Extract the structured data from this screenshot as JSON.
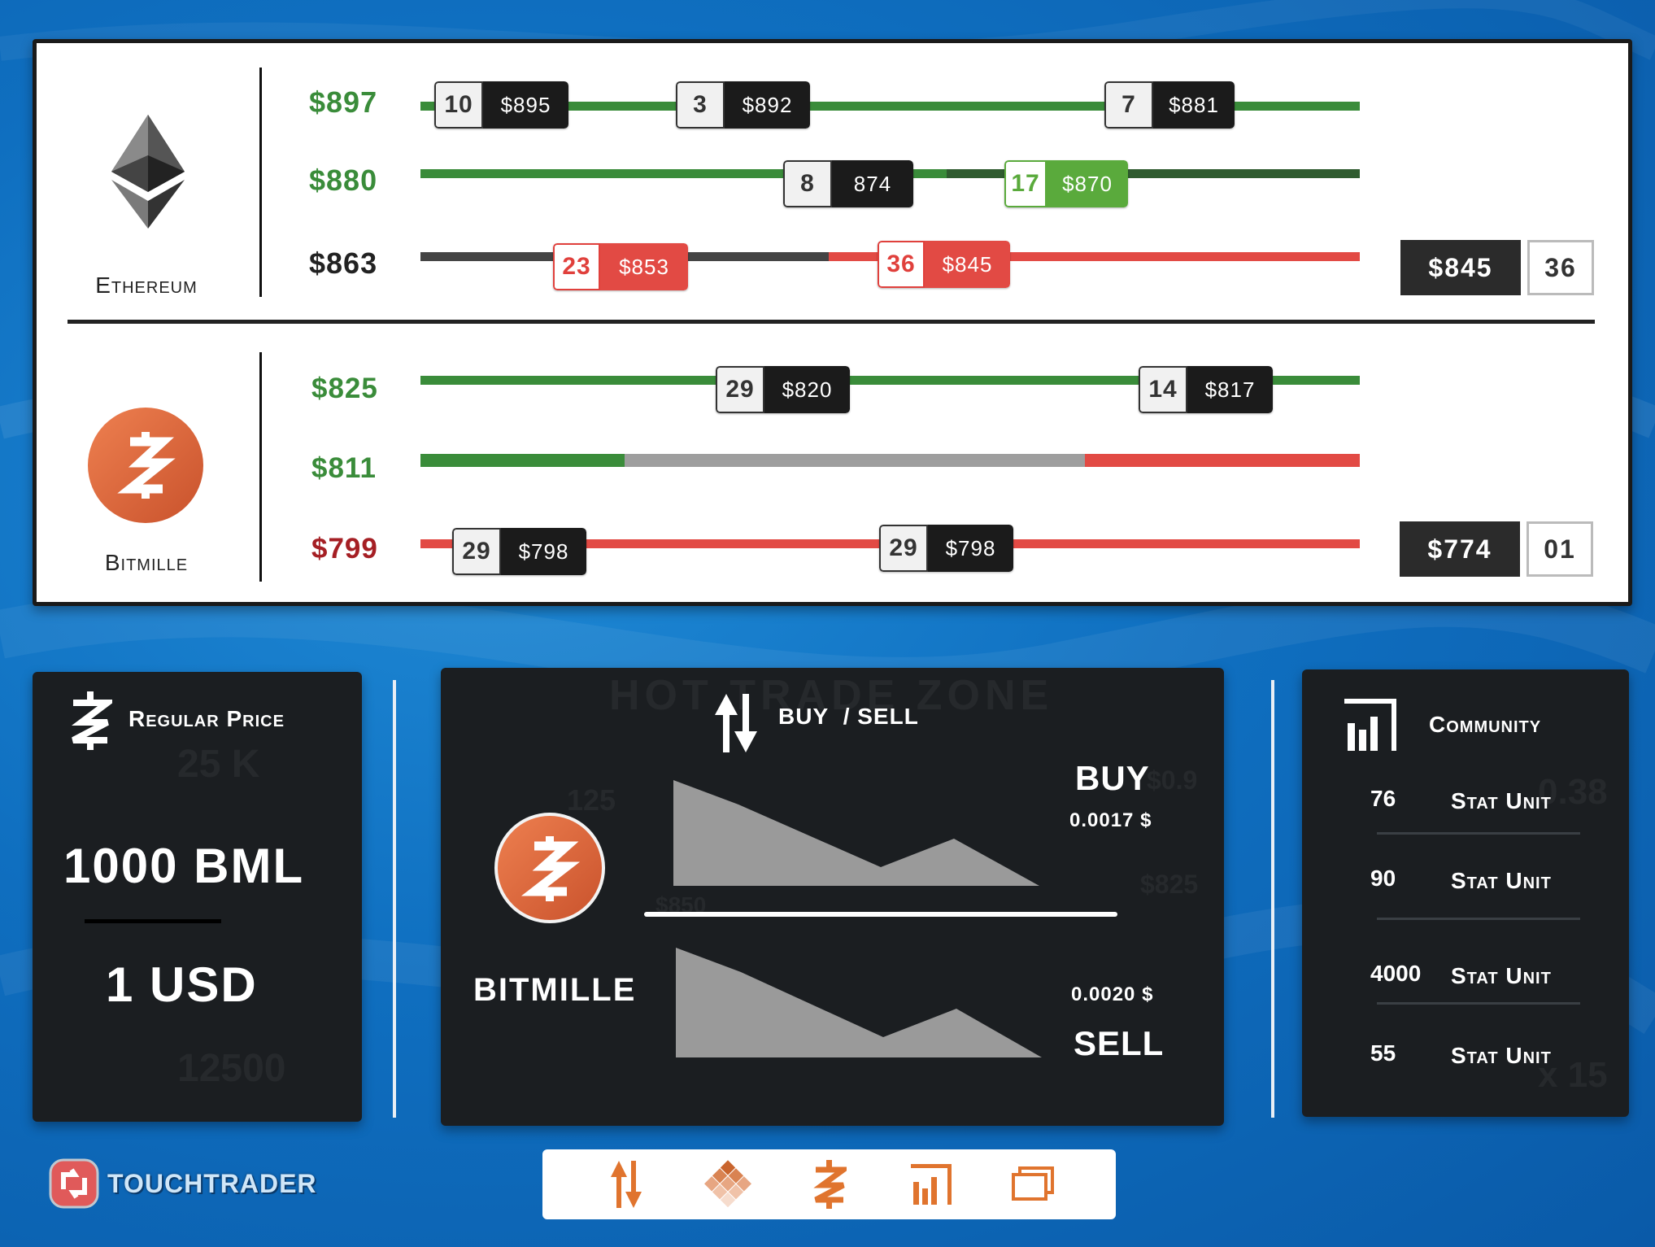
{
  "top": {
    "ethereum": {
      "name": "Ethereum",
      "rows": [
        {
          "price": "$897",
          "color": "green",
          "tags": [
            {
              "qty": "10",
              "price": "$895"
            },
            {
              "qty": "3",
              "price": "$892"
            },
            {
              "qty": "7",
              "price": "$881"
            }
          ]
        },
        {
          "price": "$880",
          "color": "green",
          "tags": [
            {
              "qty": "8",
              "price": "874"
            },
            {
              "qty": "17",
              "price": "$870"
            }
          ]
        },
        {
          "price": "$863",
          "color": "black",
          "tags": [
            {
              "qty": "23",
              "price": "$853"
            },
            {
              "qty": "36",
              "price": "$845"
            }
          ]
        }
      ],
      "summary": {
        "price": "$845",
        "qty": "36"
      }
    },
    "bitmille": {
      "name": "Bitmille",
      "rows": [
        {
          "price": "$825",
          "color": "green",
          "tags": [
            {
              "qty": "29",
              "price": "$820"
            },
            {
              "qty": "14",
              "price": "$817"
            }
          ]
        },
        {
          "price": "$811",
          "color": "green",
          "tags": []
        },
        {
          "price": "$799",
          "color": "red",
          "tags": [
            {
              "qty": "29",
              "price": "$798"
            },
            {
              "qty": "29",
              "price": "$798"
            }
          ]
        }
      ],
      "summary": {
        "price": "$774",
        "qty": "01"
      }
    }
  },
  "regular_price": {
    "title": "Regular Price",
    "amount_bml": "1000 BML",
    "amount_usd": "1 USD",
    "ghost_1": "25 K",
    "ghost_2": "12500"
  },
  "trade": {
    "ghost_title": "HOT TRADE ZONE",
    "header_buy": "BUY",
    "header_sep": "/ SELL",
    "coin_label": "BITMILLE",
    "buy_label": "BUY",
    "buy_value": "0.0017 $",
    "sell_label": "SELL",
    "sell_value": "0.0020 $",
    "ghost_a": "125",
    "ghost_b": "$0.9",
    "ghost_c": "$825",
    "ghost_d": "$850"
  },
  "community": {
    "title": "Community",
    "items": [
      {
        "value": "76",
        "label": "Stat Unit"
      },
      {
        "value": "90",
        "label": "Stat Unit"
      },
      {
        "value": "4000",
        "label": "Stat Unit"
      },
      {
        "value": "55",
        "label": "Stat Unit"
      }
    ],
    "ghost_a": "0.38",
    "ghost_b": "x 15"
  },
  "brand": {
    "name": "TOUCHTRADER"
  },
  "colors": {
    "green": "#3a8c3a",
    "red": "#e24a44",
    "dark": "#1b1e21",
    "orange": "#e06a3a"
  },
  "nav": [
    "buy-sell-icon",
    "grid-diamond-icon",
    "bitmille-icon",
    "chart-icon",
    "windows-icon"
  ]
}
